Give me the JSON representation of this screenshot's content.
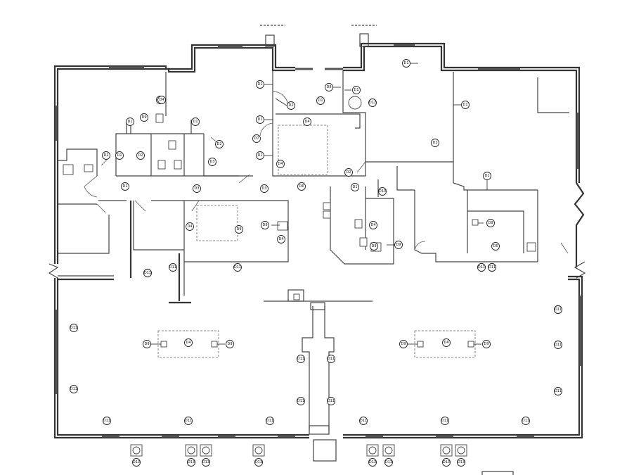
{
  "plan": {
    "tag_labels": {
      "D1": "D1",
      "D2": "D2",
      "D3": "D3",
      "D4": "D4",
      "D5": "D5",
      "D7": "D7",
      "D8": "D8",
      "D9": "D9",
      "D10": "D10",
      "D11": "D11",
      "D12": "D12",
      "D13": "D13"
    },
    "tags": [
      {
        "id": "t1",
        "label": "D1"
      },
      {
        "id": "t2",
        "label": "D4"
      },
      {
        "id": "t3",
        "label": "D9"
      },
      {
        "id": "t4",
        "label": "D1"
      },
      {
        "id": "t5",
        "label": "D1"
      },
      {
        "id": "t6",
        "label": "D2"
      },
      {
        "id": "t7",
        "label": "D2"
      },
      {
        "id": "t8",
        "label": "D1"
      },
      {
        "id": "t9",
        "label": "D2"
      },
      {
        "id": "t10",
        "label": "D3"
      },
      {
        "id": "t11",
        "label": "D1"
      },
      {
        "id": "t12",
        "label": "D1"
      },
      {
        "id": "t13",
        "label": "D2"
      },
      {
        "id": "t14",
        "label": "D1"
      },
      {
        "id": "t15",
        "label": "D1"
      },
      {
        "id": "t16",
        "label": "D7"
      },
      {
        "id": "t17",
        "label": "D1"
      },
      {
        "id": "t18",
        "label": "D4"
      },
      {
        "id": "t19",
        "label": "D4"
      },
      {
        "id": "t20",
        "label": "D6"
      },
      {
        "id": "t21",
        "label": "D8"
      },
      {
        "id": "t22",
        "label": "D1"
      },
      {
        "id": "t23",
        "label": "D12"
      },
      {
        "id": "t24",
        "label": "D1"
      },
      {
        "id": "t25",
        "label": "D1"
      },
      {
        "id": "t26",
        "label": "D2"
      },
      {
        "id": "t27",
        "label": "D2"
      },
      {
        "id": "t28",
        "label": "D1"
      },
      {
        "id": "t29",
        "label": "D10"
      },
      {
        "id": "t30",
        "label": "D1"
      },
      {
        "id": "t31",
        "label": "D3"
      },
      {
        "id": "t32",
        "label": "D3"
      },
      {
        "id": "t33",
        "label": "D4"
      },
      {
        "id": "t34",
        "label": "D9"
      },
      {
        "id": "t35",
        "label": "D9"
      },
      {
        "id": "t36",
        "label": "D4"
      },
      {
        "id": "t37",
        "label": "D4"
      },
      {
        "id": "t38",
        "label": "D9"
      },
      {
        "id": "t39",
        "label": "D9"
      },
      {
        "id": "t40",
        "label": "D9"
      },
      {
        "id": "t41",
        "label": "D5"
      },
      {
        "id": "t42",
        "label": "D11"
      },
      {
        "id": "t43",
        "label": "D11"
      },
      {
        "id": "t44",
        "label": "D11"
      },
      {
        "id": "t45",
        "label": "D11"
      },
      {
        "id": "t46",
        "label": "D11"
      },
      {
        "id": "t47",
        "label": "D11"
      },
      {
        "id": "t48",
        "label": "D9"
      },
      {
        "id": "t49",
        "label": "D4"
      },
      {
        "id": "t50",
        "label": "D9"
      },
      {
        "id": "t51",
        "label": "D9"
      },
      {
        "id": "t52",
        "label": "D4"
      },
      {
        "id": "t53",
        "label": "D9"
      },
      {
        "id": "t54",
        "label": "D11"
      },
      {
        "id": "t55",
        "label": "D11"
      },
      {
        "id": "t56",
        "label": "D11"
      },
      {
        "id": "t57",
        "label": "D11"
      },
      {
        "id": "t58",
        "label": "D11"
      },
      {
        "id": "t59",
        "label": "D11"
      },
      {
        "id": "t60",
        "label": "D11"
      },
      {
        "id": "t61",
        "label": "D11"
      },
      {
        "id": "t62",
        "label": "D11"
      },
      {
        "id": "t63",
        "label": "D11"
      },
      {
        "id": "t64",
        "label": "D11"
      },
      {
        "id": "t65",
        "label": "D11"
      },
      {
        "id": "t66",
        "label": "D11"
      },
      {
        "id": "t67",
        "label": "D11"
      },
      {
        "id": "t68",
        "label": "D11"
      },
      {
        "id": "t69",
        "label": "D11"
      },
      {
        "id": "t70",
        "label": "D11"
      },
      {
        "id": "t71",
        "label": "D11"
      },
      {
        "id": "t72",
        "label": "D13"
      },
      {
        "id": "t73",
        "label": "D13"
      },
      {
        "id": "t74",
        "label": "D13"
      },
      {
        "id": "t75",
        "label": "D13"
      },
      {
        "id": "t76",
        "label": "D13"
      },
      {
        "id": "t77",
        "label": "D13"
      },
      {
        "id": "t78",
        "label": "D13"
      },
      {
        "id": "t79",
        "label": "D13"
      }
    ]
  }
}
